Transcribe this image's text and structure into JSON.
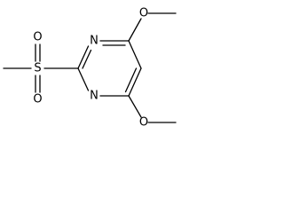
{
  "molecule": {
    "atoms": {
      "n_top": "N",
      "n_bottom": "N",
      "s_sulfonyl": "S",
      "o_sulfonyl_top": "O",
      "o_sulfonyl_bottom": "O",
      "o_methoxy_top": "O",
      "o_methoxy_bottom": "O"
    },
    "colors": {
      "bond": "#000000",
      "label": "#000000",
      "background": "#ffffff"
    }
  }
}
